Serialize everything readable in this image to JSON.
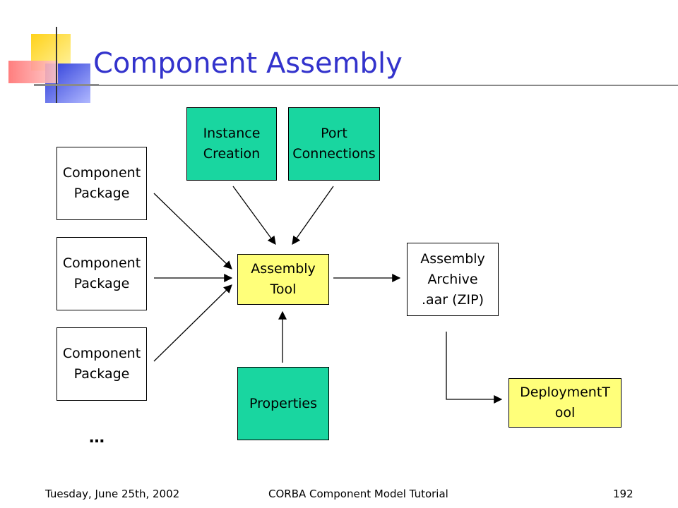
{
  "slide": {
    "title": "Component Assembly"
  },
  "diagram": {
    "nodes": {
      "component_package_1": "Component\nPackage",
      "component_package_2": "Component\nPackage",
      "component_package_3": "Component\nPackage",
      "instance_creation": "Instance\nCreation",
      "port_connections": "Port\nConnections",
      "assembly_tool": "Assembly\nTool",
      "properties": "Properties",
      "assembly_archive": "Assembly\nArchive\n.aar (ZIP)",
      "deployment_tool": "DeploymentT\nool"
    },
    "ellipsis": "…",
    "edges": [
      {
        "from": "component_package_1",
        "to": "assembly_tool"
      },
      {
        "from": "component_package_2",
        "to": "assembly_tool"
      },
      {
        "from": "component_package_3",
        "to": "assembly_tool"
      },
      {
        "from": "instance_creation",
        "to": "assembly_tool"
      },
      {
        "from": "port_connections",
        "to": "assembly_tool"
      },
      {
        "from": "properties",
        "to": "assembly_tool"
      },
      {
        "from": "assembly_tool",
        "to": "assembly_archive"
      },
      {
        "from": "assembly_archive",
        "to": "deployment_tool"
      }
    ],
    "colors": {
      "package_fill": "#ffffff",
      "input_fill": "#19d6a0",
      "tool_fill": "#ffff7a",
      "title_color": "#3333cc"
    }
  },
  "footer": {
    "date": "Tuesday, June 25th, 2002",
    "course": "CORBA Component Model Tutorial",
    "page_number": "192"
  }
}
